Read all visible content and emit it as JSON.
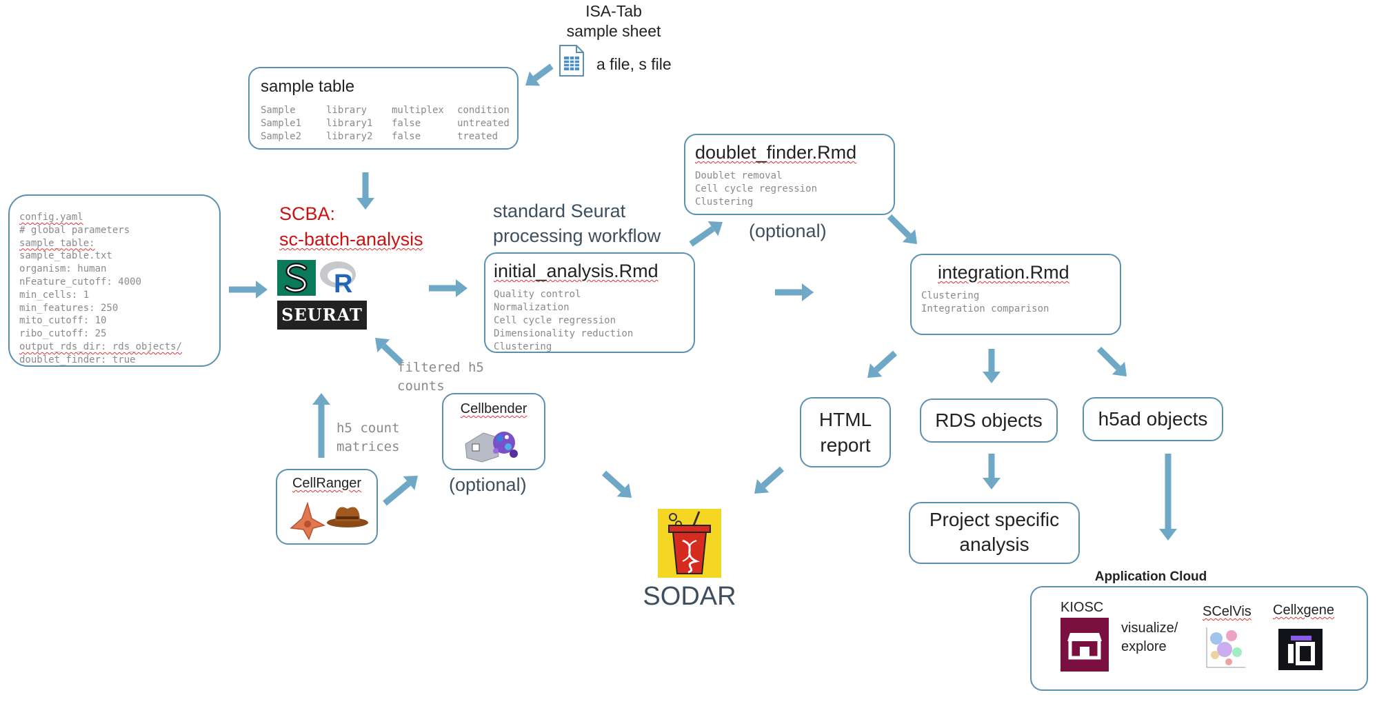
{
  "isa": {
    "title_line1": "ISA-Tab",
    "title_line2": "sample sheet",
    "files": "a file, s file",
    "icon": "spreadsheet-file-icon"
  },
  "sample_table": {
    "title": "sample table",
    "header": [
      "Sample",
      "library",
      "multiplex",
      "condition"
    ],
    "rows": [
      [
        "Sample1",
        "library1",
        "false",
        "untreated"
      ],
      [
        "Sample2",
        "library2",
        "false",
        "treated"
      ]
    ]
  },
  "config": {
    "lines": [
      "config.yaml",
      "# global parameters",
      "sample_table:",
      "sample_table.txt",
      "organism: human",
      "nFeature_cutoff: 4000",
      "min_cells: 1",
      "min_features: 250",
      "mito_cutoff: 10",
      "ribo_cutoff: 25",
      "output_rds_dir: rds_objects/",
      "doublet_finder: true"
    ]
  },
  "scba": {
    "line1": "SCBA:",
    "line2": "sc-batch-analysis",
    "color": "#cc1111",
    "logos": [
      "snakemake-icon",
      "r-logo-icon",
      "seurat-logo"
    ],
    "seurat_text": "SEURAT",
    "r_letter": "R"
  },
  "seurat_workflow": {
    "line1": "standard Seurat",
    "line2": "processing workflow"
  },
  "initial_analysis": {
    "title": "initial_analysis.Rmd",
    "items": [
      "Quality control",
      "Normalization",
      "Cell cycle regression",
      "Dimensionality reduction",
      "Clustering"
    ]
  },
  "doublet_finder": {
    "title": "doublet_finder.Rmd",
    "items": [
      "Doublet removal",
      "Cell cycle regression",
      "Clustering"
    ],
    "optional": "(optional)"
  },
  "integration": {
    "title": "integration.Rmd",
    "items": [
      "Clustering",
      "Integration comparison"
    ]
  },
  "filtered": {
    "line1": "filtered h5",
    "line2": "counts"
  },
  "h5count": {
    "line1": "h5 count",
    "line2": "matrices"
  },
  "cellbender": {
    "title": "Cellbender",
    "optional": "(optional)",
    "icon": "cellbender-icon"
  },
  "cellranger": {
    "title": "CellRanger",
    "icon": "cellranger-cowboy-icon"
  },
  "sodar": {
    "label": "SODAR",
    "icon": "sodar-cup-icon"
  },
  "outputs": {
    "html_line1": "HTML",
    "html_line2": "report",
    "rds": "RDS objects",
    "h5ad": "h5ad objects",
    "project_line1": "Project specific",
    "project_line2": "analysis"
  },
  "app_cloud": {
    "title": "Application Cloud",
    "kiosc": "KIOSC",
    "visualize_line1": "visualize/",
    "visualize_line2": "explore",
    "scelvis": "SCelVis",
    "cellxgene": "Cellxgene",
    "icons": [
      "kiosc-store-icon",
      "scelvis-scatter-icon",
      "cellxgene-icon"
    ]
  },
  "colors": {
    "arrow": "#6fa8c7",
    "box_border": "#5b8fb0",
    "title_red": "#cc1111",
    "kiosc": "#7a1040",
    "sodar_yellow": "#f5d623",
    "sodar_red": "#d62b1f"
  }
}
